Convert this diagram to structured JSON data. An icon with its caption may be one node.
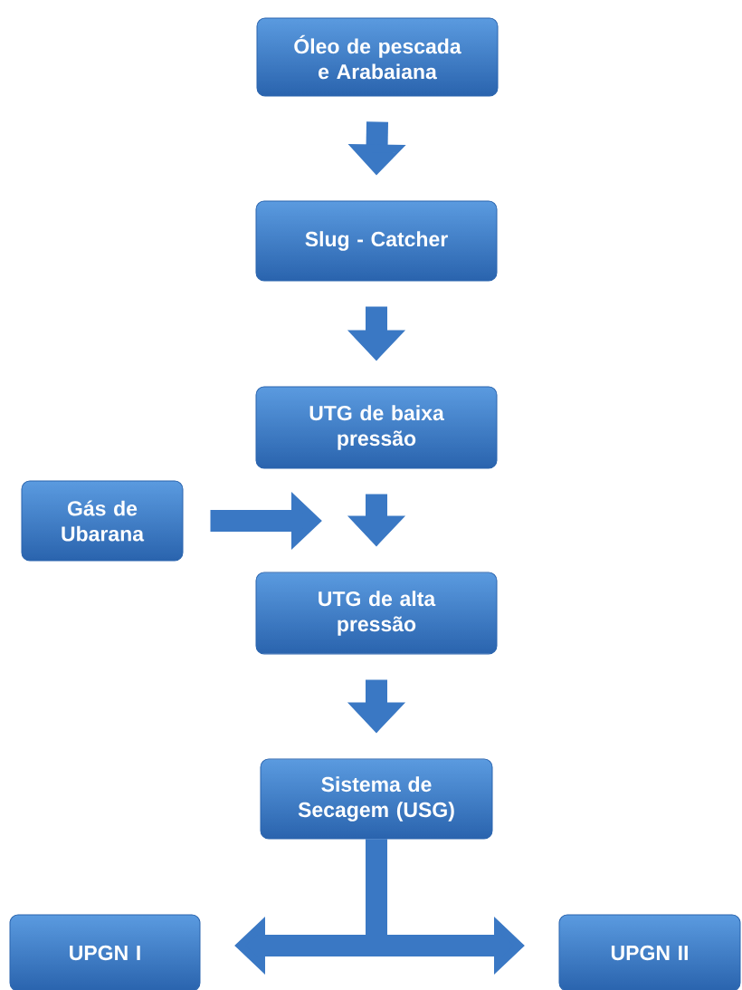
{
  "diagram": {
    "nodes": [
      {
        "text": [
          "Óleo de pescada e Arabaiana"
        ]
      },
      {
        "text": [
          "Slug - Catcher"
        ]
      },
      {
        "text": [
          "UTG de baixa pressão"
        ]
      },
      {
        "text": [
          "Gás de Ubarana"
        ]
      },
      {
        "text": [
          "UTG de alta pressão"
        ]
      },
      {
        "text": [
          "Sistema de Secagem (USG)"
        ]
      },
      {
        "text": [
          "UPGN I"
        ]
      },
      {
        "text": [
          "UPGN II"
        ]
      }
    ],
    "edges": [
      {
        "from": 0,
        "to": 1,
        "arrow": "to"
      },
      {
        "from": 1,
        "to": 2,
        "arrow": "to"
      },
      {
        "from": 2,
        "to": 4,
        "arrow": "to"
      },
      {
        "from": 3,
        "to": 4,
        "arrow": "to"
      },
      {
        "from": 4,
        "to": 5,
        "arrow": "to"
      },
      {
        "from": 5,
        "to": 6,
        "arrow": "to"
      },
      {
        "from": 5,
        "to": 7,
        "arrow": "to"
      }
    ]
  }
}
